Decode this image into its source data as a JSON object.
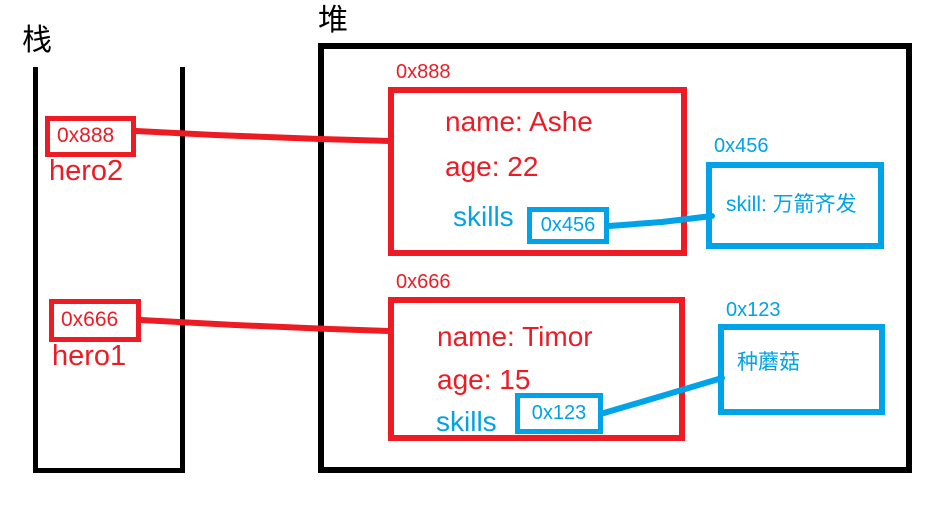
{
  "colors": {
    "red": "#ed1c24",
    "blue": "#00a2e8",
    "black": "#000000"
  },
  "stack": {
    "label": "栈",
    "hero2": {
      "address": "0x888",
      "name": "hero2"
    },
    "hero1": {
      "address": "0x666",
      "name": "hero1"
    }
  },
  "heap": {
    "label": "堆",
    "object888": {
      "address_label": "0x888",
      "name_field": "name: Ashe",
      "age_field": "age: 22",
      "skills_label": "skills",
      "skills_ref": "0x456"
    },
    "object666": {
      "address_label": "0x666",
      "name_field": "name: Timor",
      "age_field": "age: 15",
      "skills_label": "skills",
      "skills_ref": "0x123"
    },
    "skill456": {
      "address_label": "0x456",
      "text": "skill: 万箭齐发"
    },
    "skill123": {
      "address_label": "0x123",
      "text": "种蘑菇"
    }
  }
}
